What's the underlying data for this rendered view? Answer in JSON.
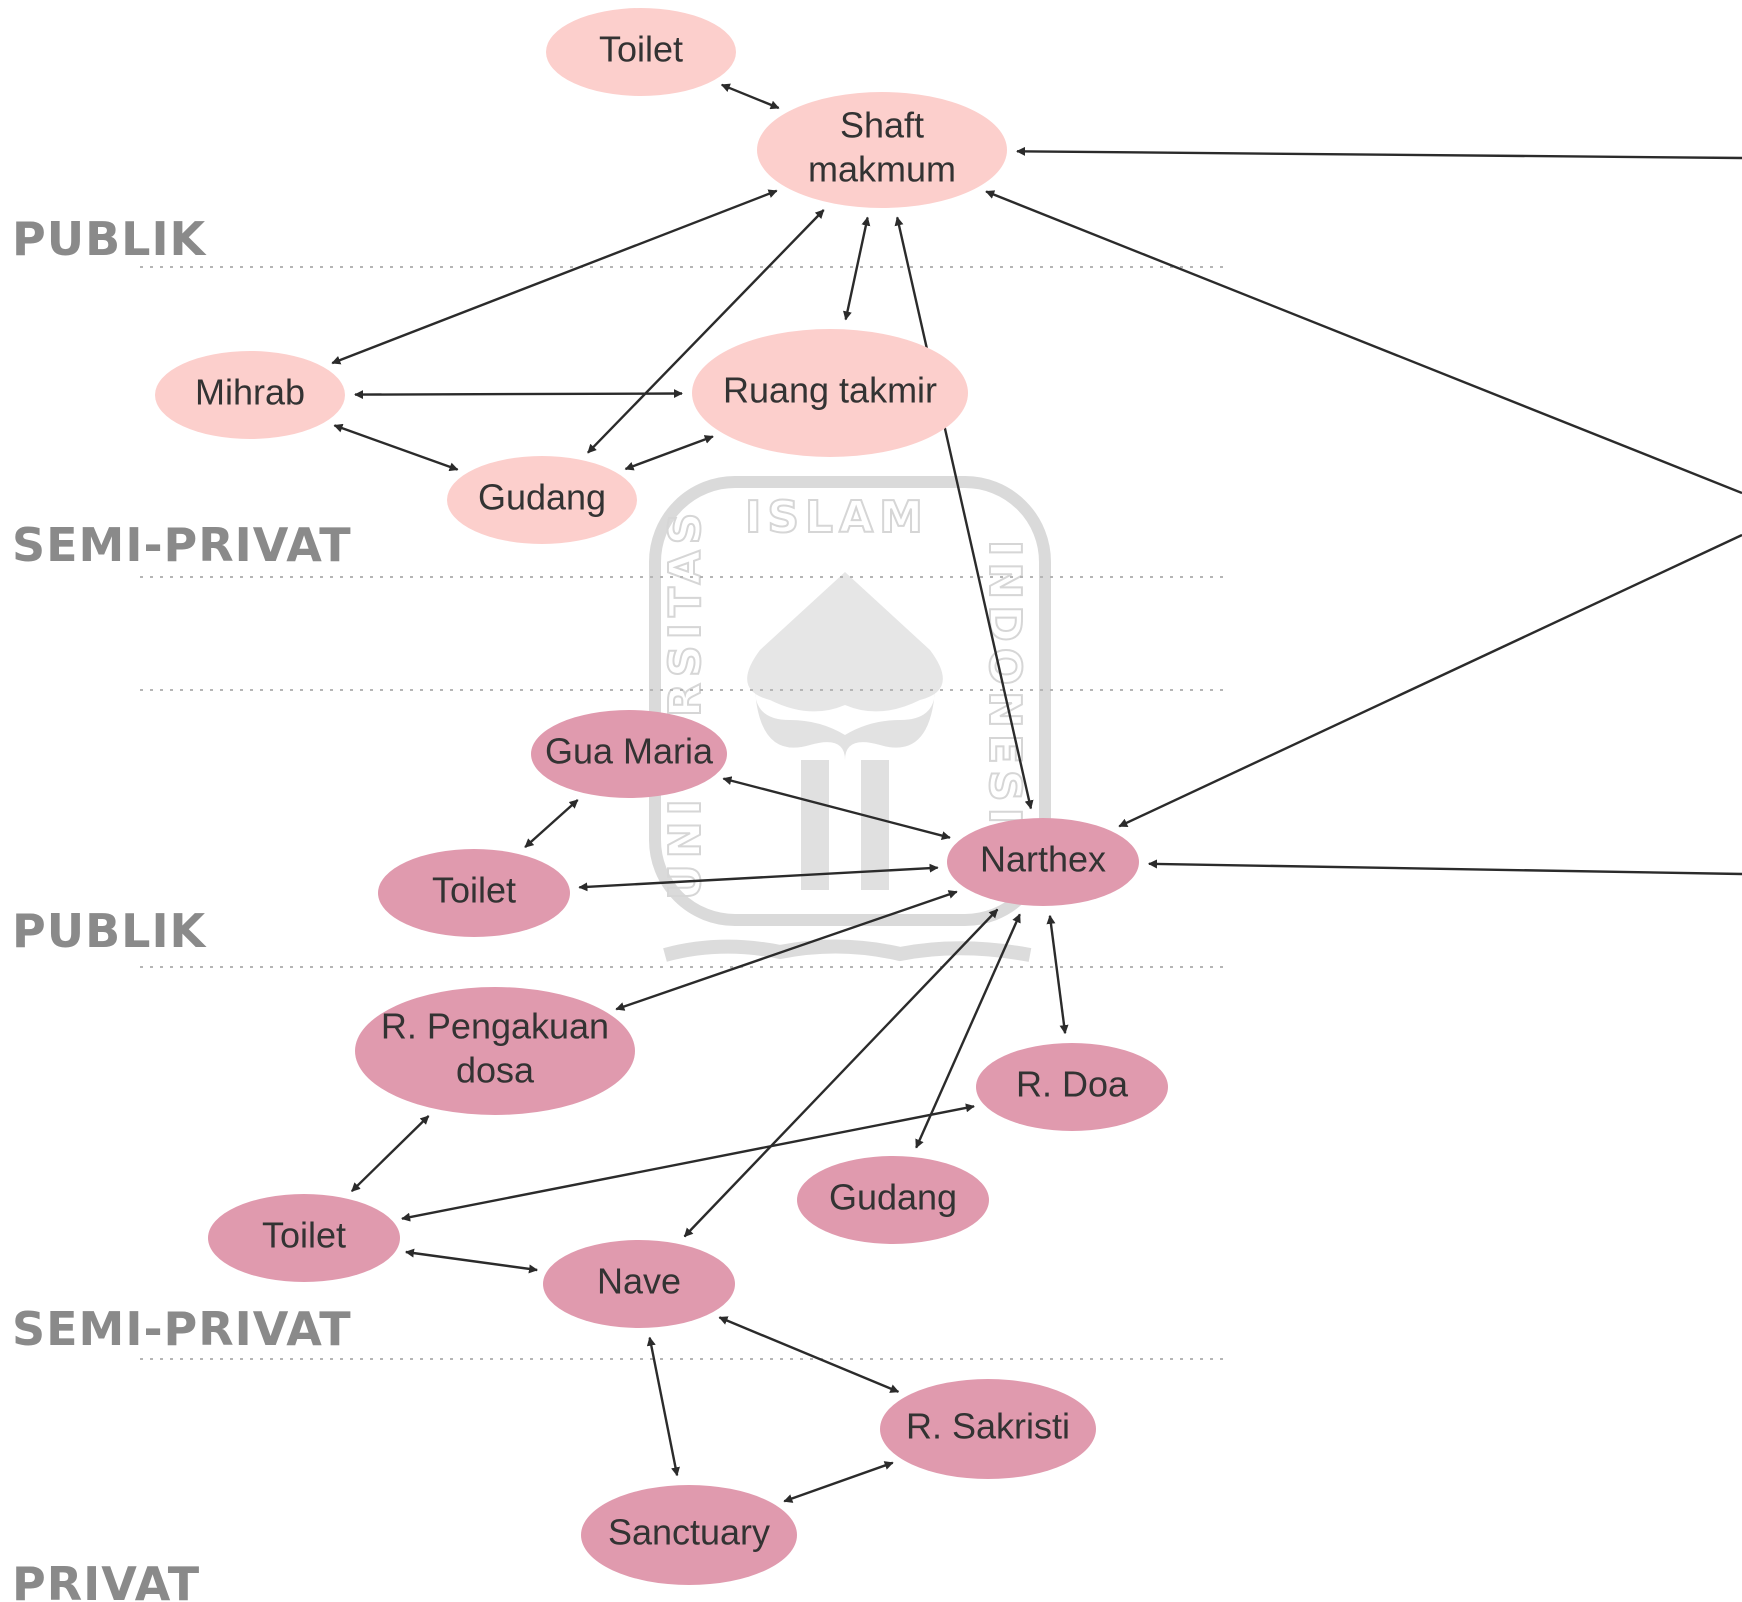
{
  "zones": {
    "upper": [
      {
        "id": "upper-publik",
        "label": "PUBLIK"
      },
      {
        "id": "upper-semi-privat",
        "label": "SEMI-PRIVAT"
      }
    ],
    "lower": [
      {
        "id": "lower-publik",
        "label": "PUBLIK"
      },
      {
        "id": "lower-semi-privat",
        "label": "SEMI-PRIVAT"
      },
      {
        "id": "lower-privat",
        "label": "PRIVAT"
      }
    ]
  },
  "colors": {
    "mosque_node": "#fccfcc",
    "church_node": "#e09aae",
    "arrow": "#2b2b2b",
    "zone_text": "#8a8a8a",
    "watermark": "#d6d6d6"
  },
  "watermark": {
    "text_top": "ISLAM",
    "text_left": "UNIVERSITAS",
    "text_right": "INDONESIA"
  },
  "nodes": [
    {
      "id": "m_toilet",
      "group": "mosque",
      "lines": [
        "Toilet"
      ]
    },
    {
      "id": "m_shaft",
      "group": "mosque",
      "lines": [
        "Shaft",
        "makmum"
      ]
    },
    {
      "id": "m_mihrab",
      "group": "mosque",
      "lines": [
        "Mihrab"
      ]
    },
    {
      "id": "m_takmir",
      "group": "mosque",
      "lines": [
        "Ruang takmir"
      ]
    },
    {
      "id": "m_gudang",
      "group": "mosque",
      "lines": [
        "Gudang"
      ]
    },
    {
      "id": "c_guamaria",
      "group": "church",
      "lines": [
        "Gua Maria"
      ]
    },
    {
      "id": "c_toilet1",
      "group": "church",
      "lines": [
        "Toilet"
      ]
    },
    {
      "id": "c_narthex",
      "group": "church",
      "lines": [
        "Narthex"
      ]
    },
    {
      "id": "c_pengakuan",
      "group": "church",
      "lines": [
        "R. Pengakuan",
        "dosa"
      ]
    },
    {
      "id": "c_doa",
      "group": "church",
      "lines": [
        "R. Doa"
      ]
    },
    {
      "id": "c_gudang",
      "group": "church",
      "lines": [
        "Gudang"
      ]
    },
    {
      "id": "c_toilet2",
      "group": "church",
      "lines": [
        "Toilet"
      ]
    },
    {
      "id": "c_nave",
      "group": "church",
      "lines": [
        "Nave"
      ]
    },
    {
      "id": "c_sakristi",
      "group": "church",
      "lines": [
        "R. Sakristi"
      ]
    },
    {
      "id": "c_sanctuary",
      "group": "church",
      "lines": [
        "Sanctuary"
      ]
    }
  ],
  "edges": [
    {
      "from": "m_toilet",
      "to": "m_shaft",
      "dir": "both"
    },
    {
      "from": "m_shaft",
      "to": "m_mihrab",
      "dir": "both"
    },
    {
      "from": "m_shaft",
      "to": "m_gudang",
      "dir": "both"
    },
    {
      "from": "m_shaft",
      "to": "m_takmir",
      "dir": "both"
    },
    {
      "from": "m_shaft",
      "to": "c_narthex",
      "dir": "both"
    },
    {
      "from": "m_mihrab",
      "to": "m_takmir",
      "dir": "both"
    },
    {
      "from": "m_mihrab",
      "to": "m_gudang",
      "dir": "both"
    },
    {
      "from": "m_gudang",
      "to": "m_takmir",
      "dir": "both"
    },
    {
      "from": "c_guamaria",
      "to": "c_toilet1",
      "dir": "both"
    },
    {
      "from": "c_guamaria",
      "to": "c_narthex",
      "dir": "both"
    },
    {
      "from": "c_toilet1",
      "to": "c_narthex",
      "dir": "both"
    },
    {
      "from": "c_narthex",
      "to": "c_pengakuan",
      "dir": "both"
    },
    {
      "from": "c_narthex",
      "to": "c_nave",
      "dir": "both"
    },
    {
      "from": "c_narthex",
      "to": "c_gudang",
      "dir": "both"
    },
    {
      "from": "c_narthex",
      "to": "c_doa",
      "dir": "both"
    },
    {
      "from": "c_pengakuan",
      "to": "c_toilet2",
      "dir": "both"
    },
    {
      "from": "c_doa",
      "to": "c_toilet2",
      "dir": "both"
    },
    {
      "from": "c_toilet2",
      "to": "c_nave",
      "dir": "both"
    },
    {
      "from": "c_nave",
      "to": "c_sakristi",
      "dir": "both"
    },
    {
      "from": "c_nave",
      "to": "c_sanctuary",
      "dir": "both"
    },
    {
      "from": "c_sanctuary",
      "to": "c_sakristi",
      "dir": "both"
    }
  ],
  "offscreen_edges": [
    {
      "id": "off_shaft_horizontal",
      "to": "m_shaft",
      "dir": "to"
    },
    {
      "id": "off_shaft_diagonal",
      "to": "m_shaft",
      "dir": "to"
    },
    {
      "id": "off_narthex_diagonal",
      "to": "c_narthex",
      "dir": "to"
    },
    {
      "id": "off_narthex_horizontal",
      "to": "c_narthex",
      "dir": "to"
    }
  ]
}
